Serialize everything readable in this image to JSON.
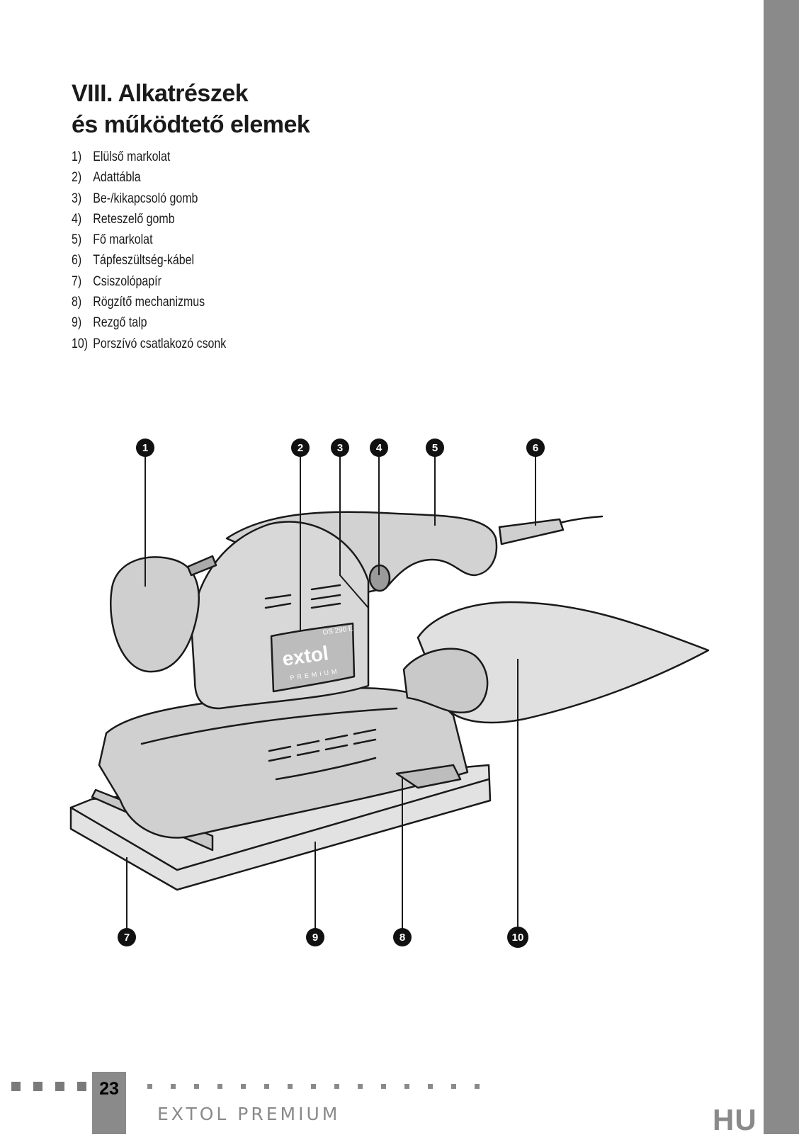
{
  "title": {
    "line1": "VIII. Alkatrészek",
    "line2": "és működtető elemek"
  },
  "parts": [
    {
      "num": "1)",
      "label": "Elülső markolat"
    },
    {
      "num": "2)",
      "label": "Adattábla"
    },
    {
      "num": "3)",
      "label": "Be-/kikapcsoló gomb"
    },
    {
      "num": "4)",
      "label": "Reteszelő gomb"
    },
    {
      "num": "5)",
      "label": "Fő markolat"
    },
    {
      "num": "6)",
      "label": "Tápfeszültség-kábel"
    },
    {
      "num": "7)",
      "label": "Csiszolópapír"
    },
    {
      "num": "8)",
      "label": "Rögzítő mechanizmus"
    },
    {
      "num": "9)",
      "label": "Rezgő talp"
    },
    {
      "num": "10)",
      "label": "Porszívó csatlakozó csonk"
    }
  ],
  "figure": {
    "callouts_top": [
      "1",
      "2",
      "3",
      "4",
      "5",
      "6"
    ],
    "callouts_bottom": [
      "7",
      "9",
      "8",
      "10"
    ],
    "product_logo": "extol",
    "product_logo_sub": "PREMIUM",
    "model_label": "OS 290 E"
  },
  "footer": {
    "page_number": "23",
    "brand": "EXTOL PREMIUM",
    "language": "HU"
  },
  "colors": {
    "sidebar": "#8a8a8a",
    "tool_body": "#d4d4d4",
    "text": "#1a1a1a"
  }
}
